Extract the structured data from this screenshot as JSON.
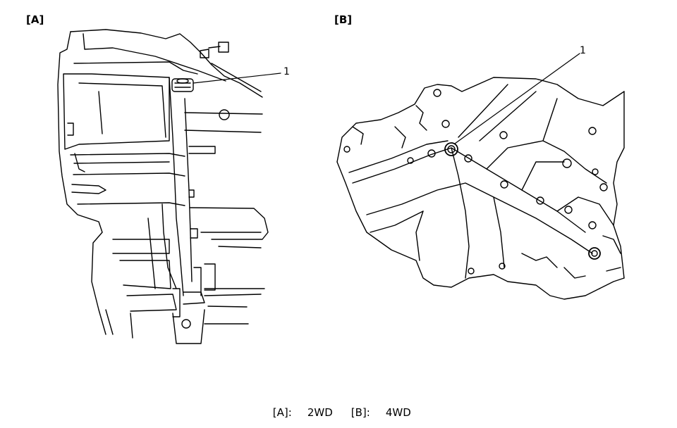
{
  "panels": {
    "a": {
      "label": "[A]",
      "callout": "1"
    },
    "b": {
      "label": "[B]",
      "callout": "1"
    }
  },
  "caption": {
    "items": [
      {
        "key": "[A]:",
        "value": "2WD"
      },
      {
        "key": "[B]:",
        "value": "4WD"
      }
    ]
  },
  "colors": {
    "ink": "#000000",
    "background": "#ffffff"
  }
}
